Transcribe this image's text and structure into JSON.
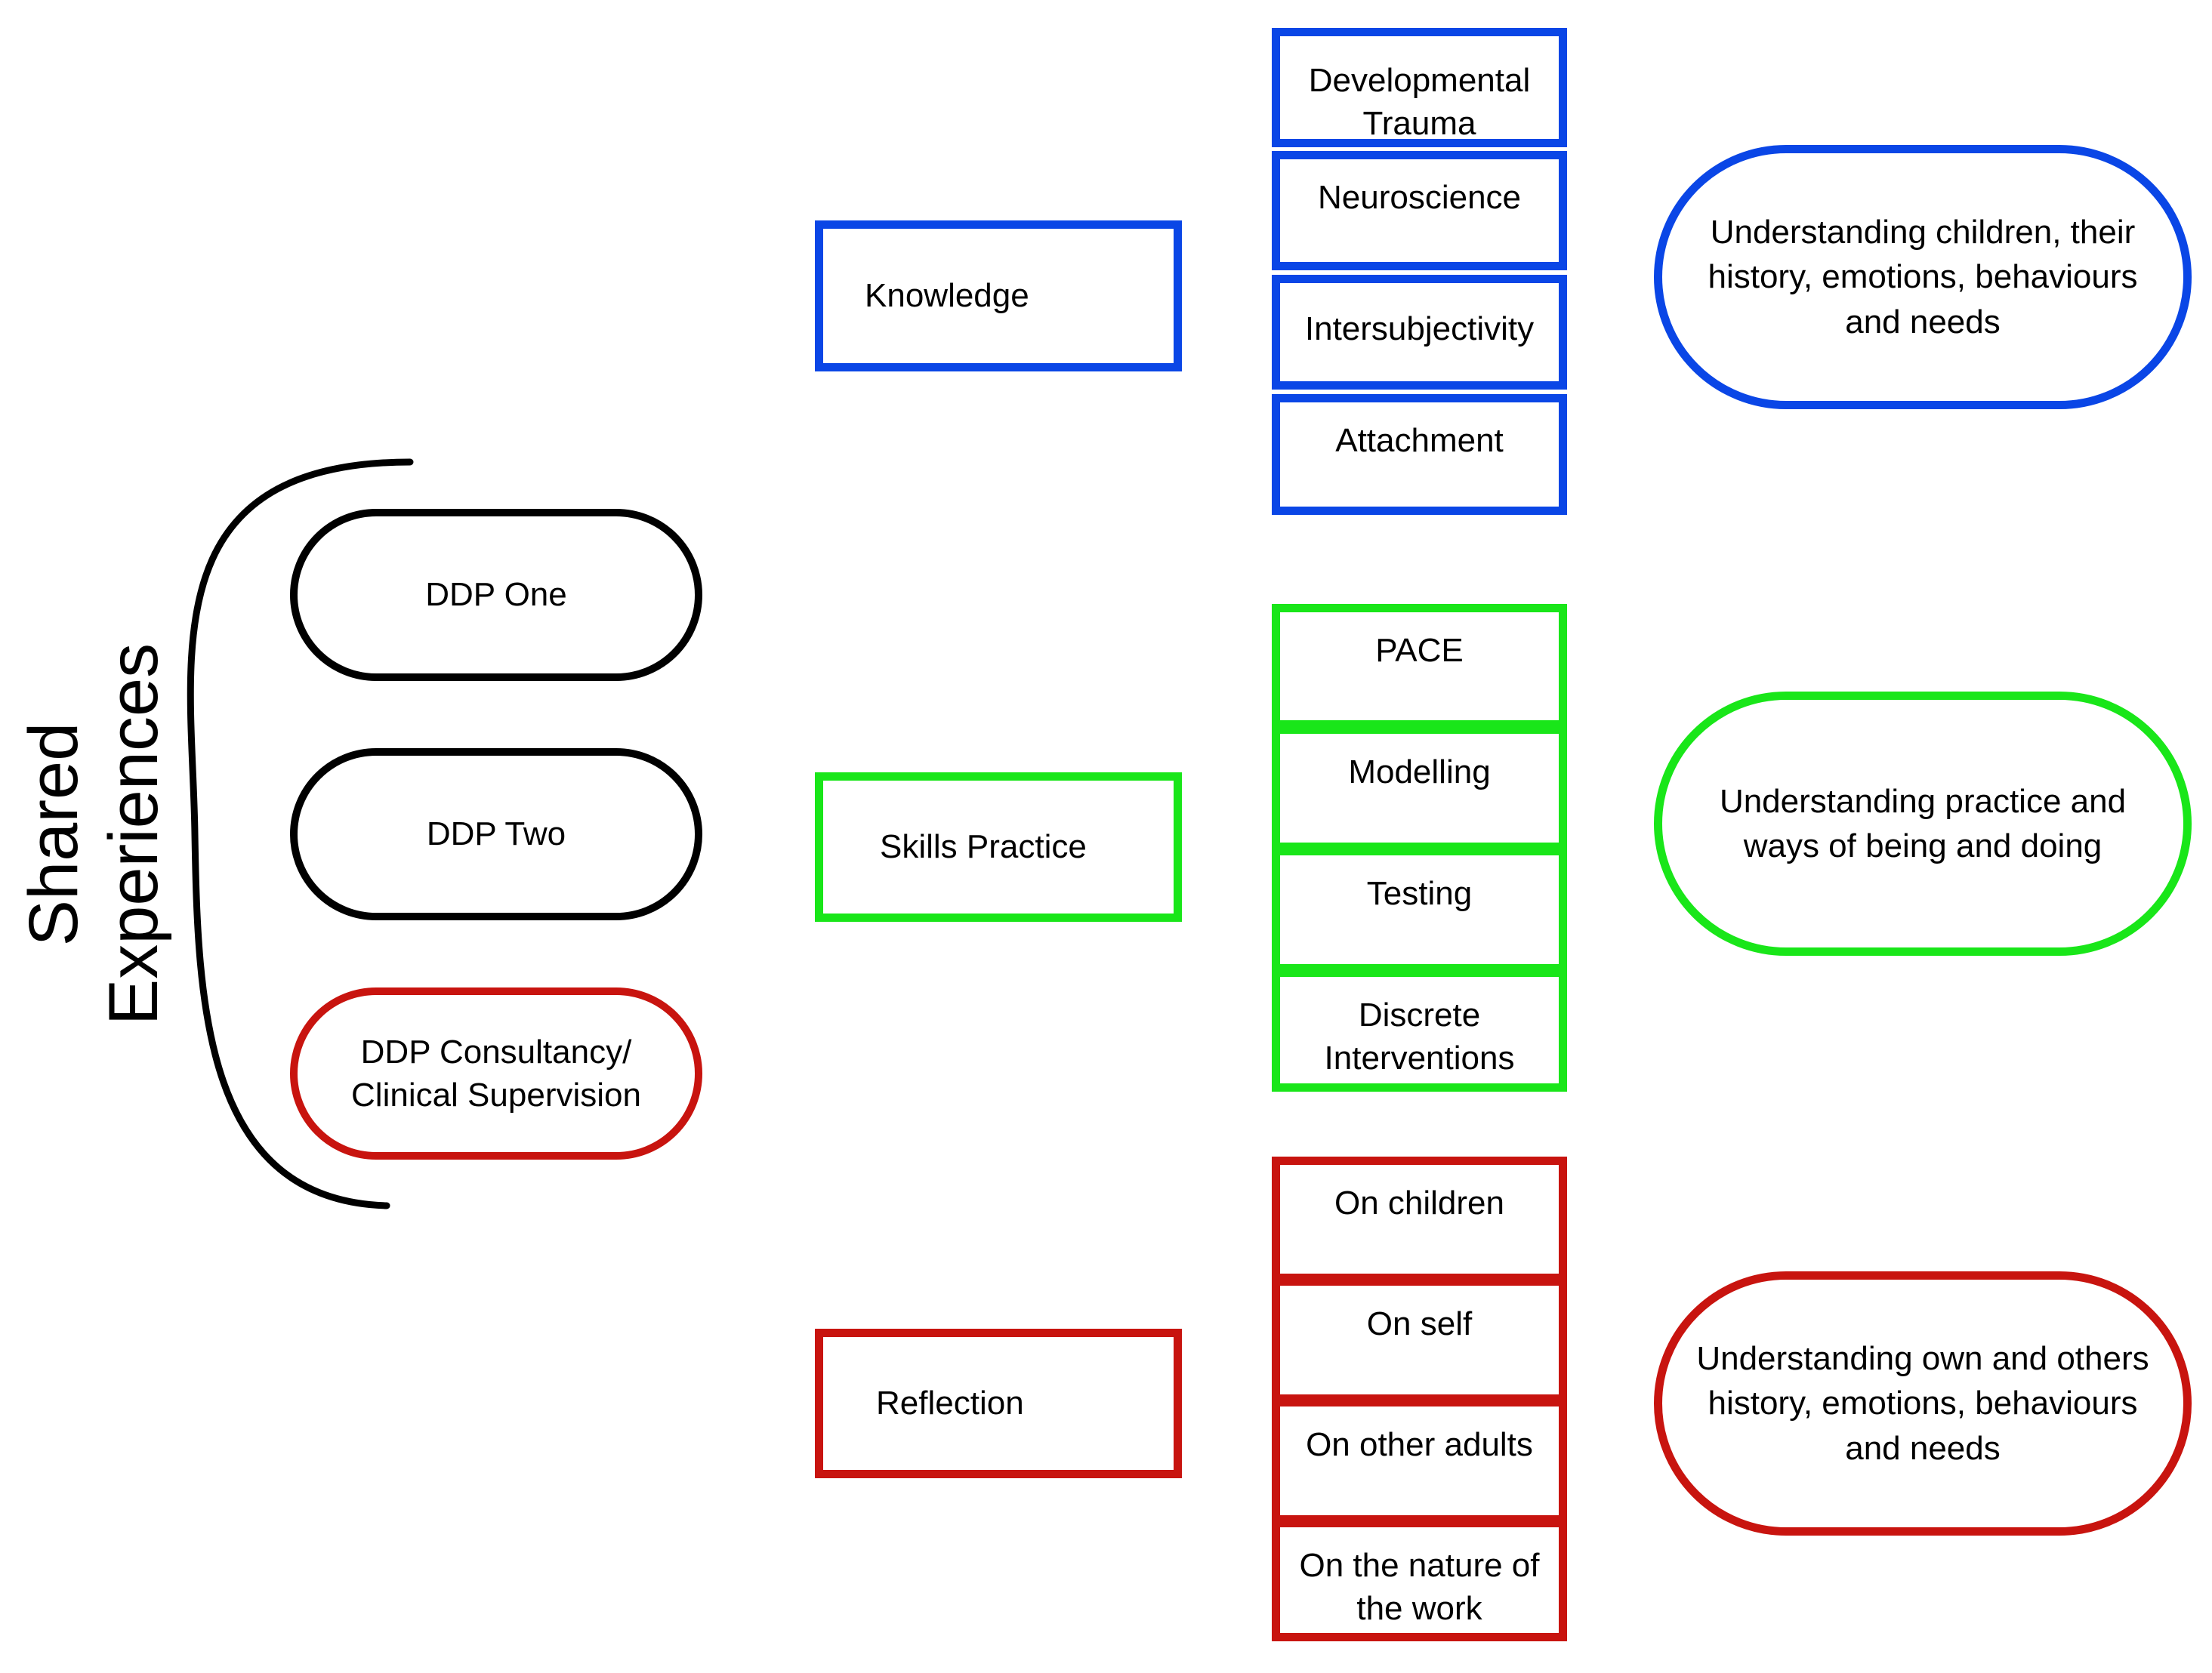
{
  "colors": {
    "blue": "#0a46e6",
    "green": "#19e619",
    "red": "#c8140f",
    "black": "#000000"
  },
  "shared_experiences": {
    "label": "Shared\nExperiences",
    "items": [
      {
        "label": "DDP One"
      },
      {
        "label": "DDP Two"
      },
      {
        "label": "DDP Consultancy/\nClinical Supervision"
      }
    ]
  },
  "knowledge": {
    "label": "Knowledge",
    "subs": [
      {
        "label": "Developmental\nTrauma"
      },
      {
        "label": "Neuroscience"
      },
      {
        "label": "Intersubjectivity"
      },
      {
        "label": "Attachment"
      }
    ],
    "outcome": "Understanding children, their\nhistory, emotions, behaviours\nand needs"
  },
  "skills": {
    "label": "Skills Practice",
    "subs": [
      {
        "label": "PACE"
      },
      {
        "label": "Modelling"
      },
      {
        "label": "Testing"
      },
      {
        "label": "Discrete\nInterventions"
      }
    ],
    "outcome": "Understanding practice and\nways of being and doing"
  },
  "reflection": {
    "label": "Reflection",
    "subs": [
      {
        "label": "On children"
      },
      {
        "label": "On self"
      },
      {
        "label": "On other adults"
      },
      {
        "label": "On the nature of\nthe work"
      }
    ],
    "outcome": "Understanding own and others\nhistory, emotions, behaviours\nand needs"
  }
}
